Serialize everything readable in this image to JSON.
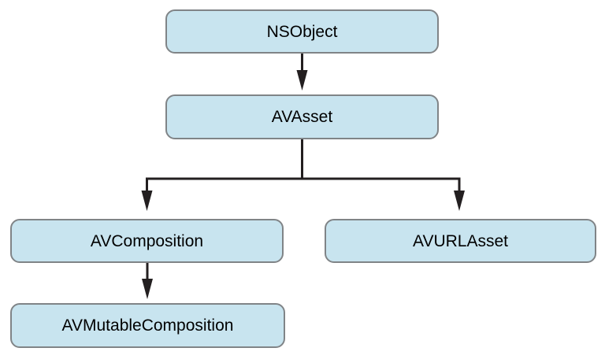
{
  "diagram": {
    "type": "class-hierarchy",
    "nodes": {
      "nsobject": {
        "label": "NSObject"
      },
      "avasset": {
        "label": "AVAsset"
      },
      "avcomposition": {
        "label": "AVComposition"
      },
      "avurlasset": {
        "label": "AVURLAsset"
      },
      "avmutablecomposition": {
        "label": "AVMutableComposition"
      }
    },
    "edges": [
      {
        "from": "NSObject",
        "to": "AVAsset"
      },
      {
        "from": "AVAsset",
        "to": "AVComposition"
      },
      {
        "from": "AVAsset",
        "to": "AVURLAsset"
      },
      {
        "from": "AVComposition",
        "to": "AVMutableComposition"
      }
    ],
    "colors": {
      "node_fill": "#c8e4ef",
      "node_border": "#808487",
      "connector": "#231f20",
      "background": "#ffffff",
      "text": "#000000"
    }
  }
}
